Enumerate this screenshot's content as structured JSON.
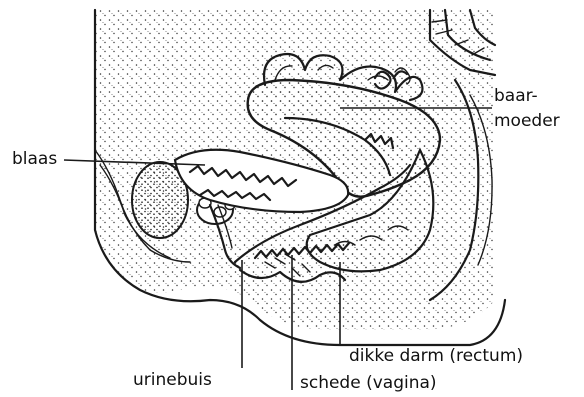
{
  "labels": {
    "blaas": "blaas",
    "baarmoeder_1": "baar-",
    "baarmoeder_2": "moeder",
    "urinebuis": "urinebuis",
    "schede": "schede (vagina)",
    "dikke_darm": "dikke darm (rectum)"
  }
}
